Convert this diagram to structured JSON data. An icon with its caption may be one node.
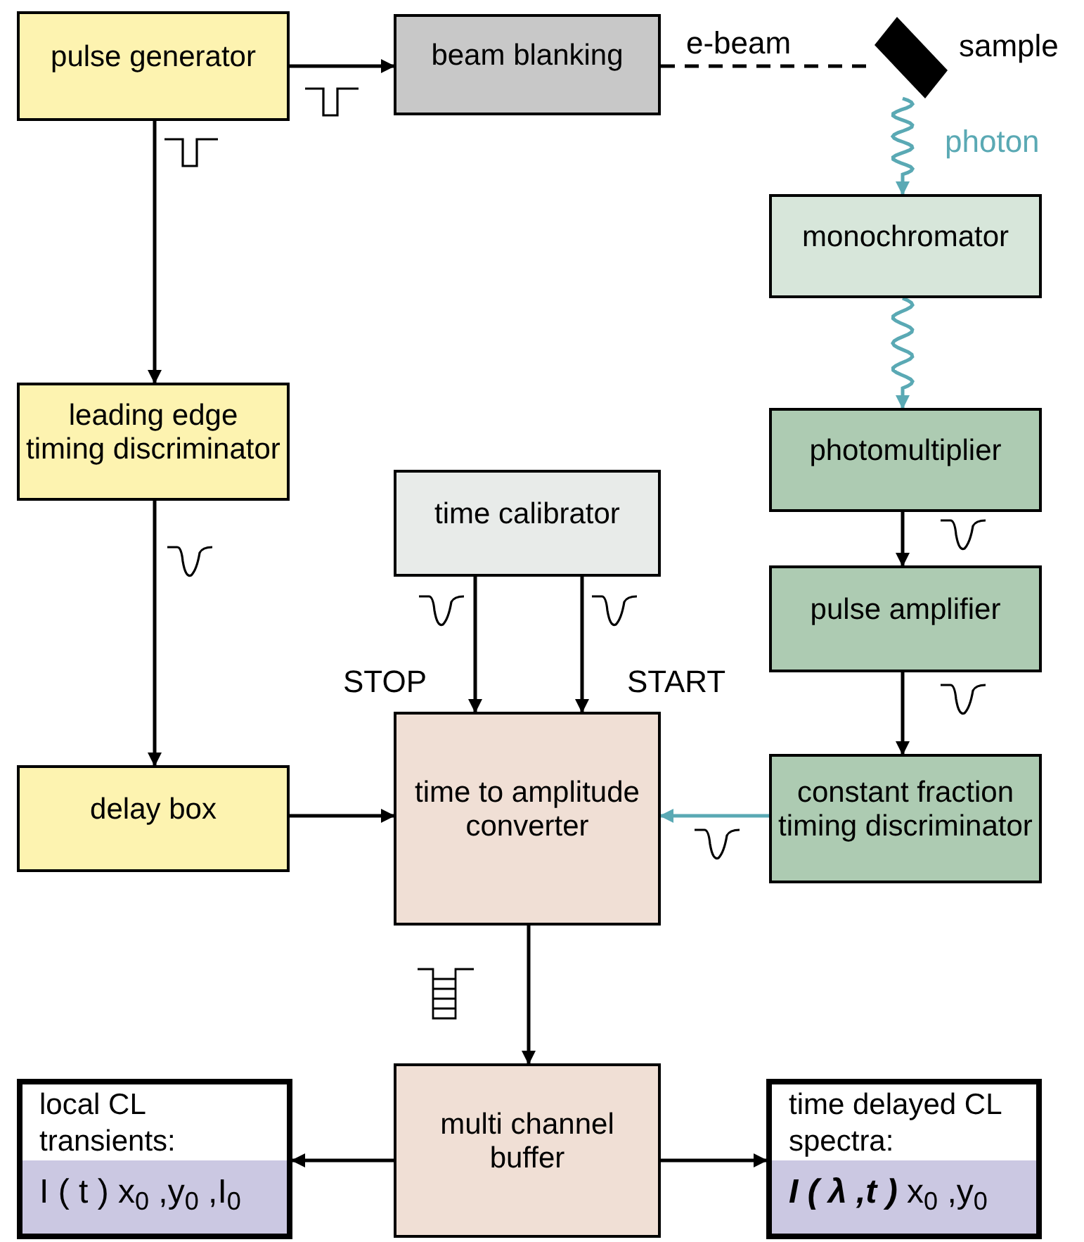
{
  "diagram": {
    "nodes": [
      {
        "text": [
          "pulse generator"
        ]
      },
      {
        "text": [
          "beam blanking"
        ]
      },
      {
        "text": [],
        "shape": "bar",
        "beside": [
          "sample"
        ]
      },
      {
        "text": [
          "monochromator"
        ]
      },
      {
        "text": [
          "photomultiplier"
        ]
      },
      {
        "text": [
          "pulse amplifier"
        ]
      },
      {
        "text": [
          "constant fraction timing discriminator"
        ]
      },
      {
        "text": [
          "leading edge timing discriminator"
        ]
      },
      {
        "text": [
          "time calibrator"
        ]
      },
      {
        "text": [
          "time to amplitude converter"
        ]
      },
      {
        "text": [
          "delay box"
        ]
      },
      {
        "text": [
          "multi channel buffer"
        ]
      },
      {
        "text": [
          "local CL transients:",
          "I ( t ) x$_{0}$ ,y$_{0}$ ,I$_{0}$"
        ]
      },
      {
        "text": [
          "time delayed CL spectra:",
          "**I ( λ ,t )** x$_{0}$ ,y$_{0}$"
        ]
      }
    ],
    "edges": [
      {
        "from": 0,
        "to": 1,
        "arrow": "to"
      },
      {
        "from": 1,
        "to": 2,
        "arrow": "none",
        "style": "dashed",
        "label": "e-beam"
      },
      {
        "from": 2,
        "to": 3,
        "arrow": "to",
        "color": "#5aa9b4",
        "label": "photon"
      },
      {
        "from": 3,
        "to": 4,
        "arrow": "to",
        "color": "#5aa9b4"
      },
      {
        "from": 4,
        "to": 5,
        "arrow": "to"
      },
      {
        "from": 5,
        "to": 6,
        "arrow": "to"
      },
      {
        "from": 6,
        "to": 9,
        "arrow": "to",
        "color": "#5aa9b4"
      },
      {
        "from": 0,
        "to": 7,
        "arrow": "to"
      },
      {
        "from": 7,
        "to": 10,
        "arrow": "to"
      },
      {
        "from": 10,
        "to": 9,
        "arrow": "to"
      },
      {
        "from": 8,
        "to": 9,
        "arrow": "to",
        "label": "STOP"
      },
      {
        "from": 8,
        "to": 9,
        "arrow": "to",
        "label": "START"
      },
      {
        "from": 9,
        "to": 11,
        "arrow": "to"
      },
      {
        "from": 11,
        "to": 12,
        "arrow": "to"
      },
      {
        "from": 11,
        "to": 13,
        "arrow": "to"
      }
    ]
  }
}
